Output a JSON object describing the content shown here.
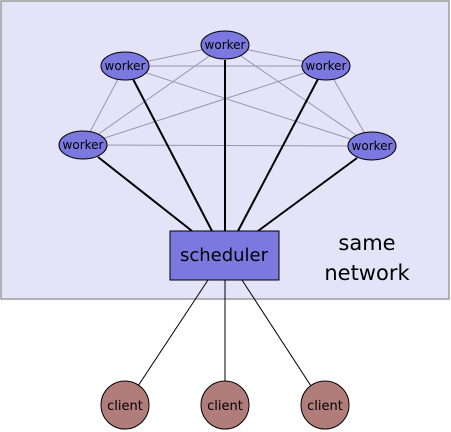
{
  "diagram": {
    "colors": {
      "network_fill": "#e4e3f7",
      "network_stroke": "#9c9c9c",
      "worker_fill": "#7b79e0",
      "scheduler_fill": "#7b79e0",
      "client_fill": "#b07d7b",
      "mesh_line": "#9795b0",
      "link_line": "#000000"
    },
    "network_label_line1": "same",
    "network_label_line2": "network",
    "scheduler_label": "scheduler",
    "workers": [
      {
        "label": "worker"
      },
      {
        "label": "worker"
      },
      {
        "label": "worker"
      },
      {
        "label": "worker"
      },
      {
        "label": "worker"
      }
    ],
    "clients": [
      {
        "label": "client"
      },
      {
        "label": "client"
      },
      {
        "label": "client"
      }
    ]
  }
}
